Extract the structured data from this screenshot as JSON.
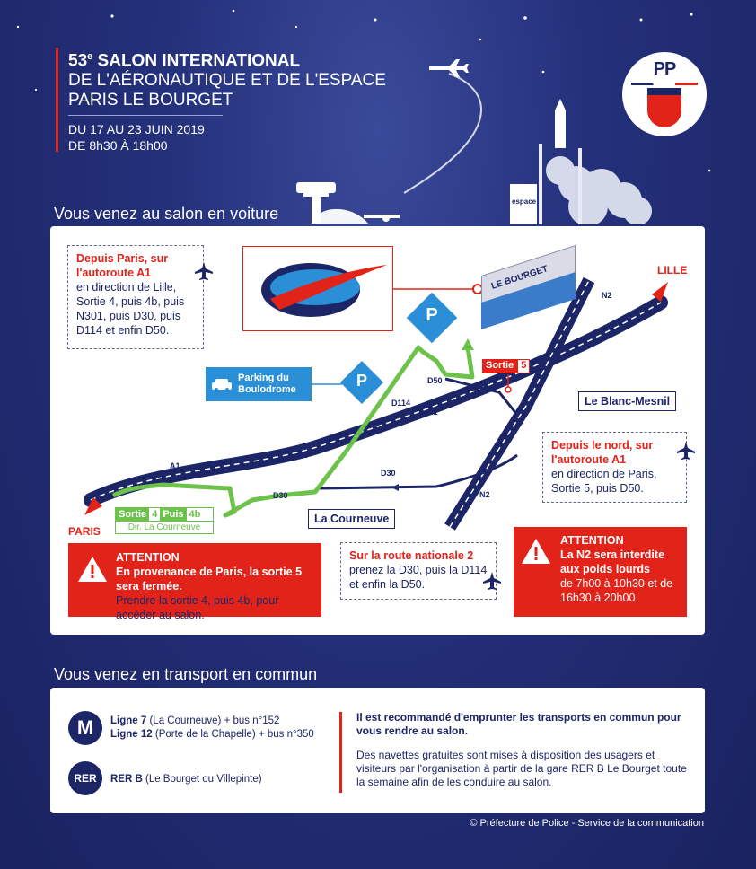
{
  "header": {
    "edition_number": "53",
    "edition_suffix": "e",
    "title_line1": "SALON INTERNATIONAL",
    "title_line2": "DE L'AÉRONAUTIQUE ET DE L'ESPACE",
    "title_line3": "PARIS LE BOURGET",
    "dates": "DU 17 AU 23 JUIN 2019",
    "hours": "DE 8h30 À 18h00"
  },
  "logo": {
    "monogram": "PP"
  },
  "scenery": {
    "espace_label": "espace"
  },
  "car_section": {
    "title": "Vous venez au salon en voiture",
    "from_paris": {
      "heading": "Depuis Paris, sur l'autoroute A1",
      "text": "en direction de Lille, Sortie 4, puis 4b, puis N301, puis D30, puis D114 et enfin D50."
    },
    "from_north": {
      "heading": "Depuis le nord, sur l'autoroute A1",
      "text": "en direction de Paris, Sortie 5, puis D50."
    },
    "n2_route": {
      "heading": "Sur la route nationale 2",
      "text": "prenez la D30, puis la D114 et enfin la D50."
    },
    "attention_left": {
      "title": "ATTENTION",
      "bold_text": "En provenance de Paris, la sortie 5 sera fermée.",
      "text": "Prendre la sortie 4, puis 4b, pour accéder au salon."
    },
    "attention_right": {
      "title": "ATTENTION",
      "bold_text": "La N2 sera interdite aux poids lourds",
      "text": "de 7h00 à 10h30 et de 16h30 à 20h00."
    },
    "map": {
      "parking_label": "Parking du Boulodrome",
      "parking_letter": "P",
      "venue_label": "LE BOURGET",
      "city_lille": "LILLE",
      "city_paris": "PARIS",
      "town_blanc_mesnil": "Le Blanc-Mesnil",
      "town_courneuve": "La Courneuve",
      "exit5_sortie": "Sortie",
      "exit5_number": "5",
      "exit4_sortie": "Sortie",
      "exit4_number": "4",
      "exit4b_puis": "Puis",
      "exit4b_number": "4b",
      "exit4_direction": "Dir. La Courneuve",
      "road_a1": "A1",
      "road_n2": "N2",
      "road_d30": "D30",
      "road_d50": "D50",
      "road_d114": "D114"
    }
  },
  "transport_section": {
    "title": "Vous venez en transport en commun",
    "metro_badge": "M",
    "metro_line7": "Ligne 7",
    "metro_line7_detail": "(La Courneuve) + bus n°152",
    "metro_line12": "Ligne 12",
    "metro_line12_detail": "(Porte de la Chapelle) + bus n°350",
    "rer_badge": "RER",
    "rer_line": "RER B",
    "rer_detail": "(Le Bourget ou Villepinte)",
    "recommendation": "Il est recommandé d'emprunter les transports en commun pour vous rendre au salon.",
    "shuttles": "Des navettes gratuites sont mises à disposition des usagers et visiteurs par l'organisation à partir de la gare RER B Le Bourget toute la semaine afin de les conduire au salon."
  },
  "credit": "© Préfecture de Police - Service de la communication",
  "colors": {
    "navy": "#1c2566",
    "red": "#e2231a",
    "green": "#6cc24a",
    "blue_parking": "#2a8fd6"
  }
}
